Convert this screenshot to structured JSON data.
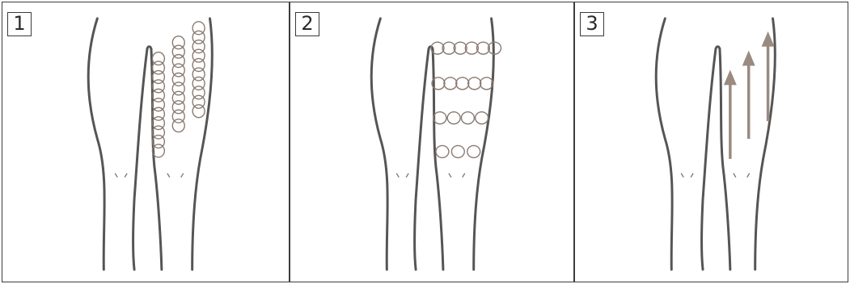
{
  "panels": [
    {
      "step": "1",
      "technique": "circular-massage",
      "direction": "vertical-columns"
    },
    {
      "step": "2",
      "technique": "circular-massage",
      "direction": "horizontal-rows"
    },
    {
      "step": "3",
      "technique": "upward-stroke",
      "direction": "bottom-to-top"
    }
  ],
  "colors": {
    "outline": "#555555",
    "circles": "#8a7a70",
    "arrows": "#9a8a80",
    "border": "#3c3c3c"
  }
}
